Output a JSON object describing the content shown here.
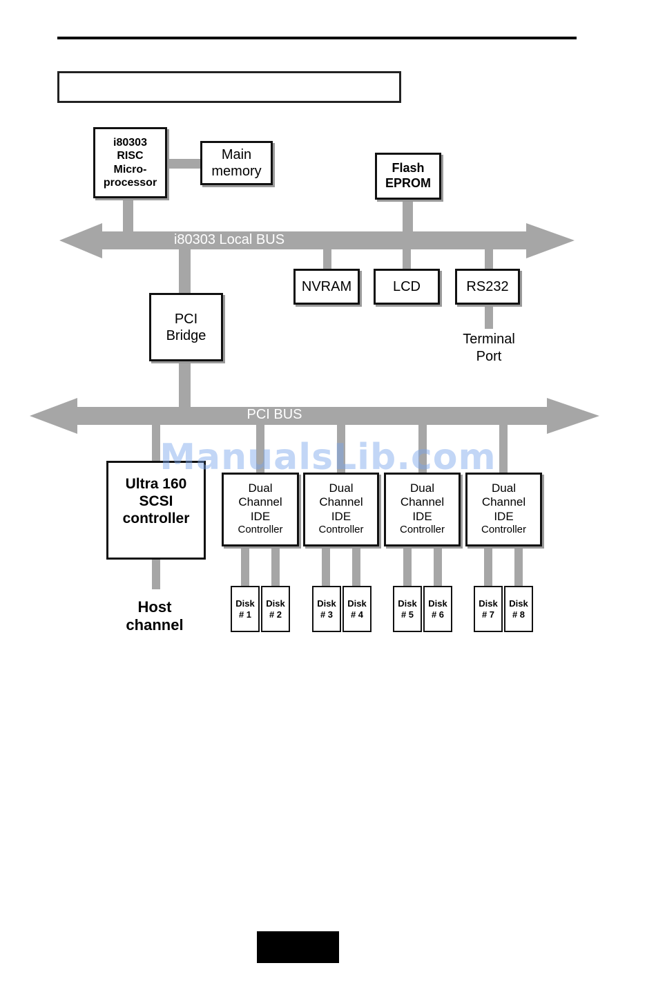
{
  "colors": {
    "bus": "#a6a6a6",
    "box_border": "#111111",
    "watermark": "#78a5eb",
    "page_tab": "#000000"
  },
  "watermark": "ManualsLib.com",
  "buses": {
    "local": "i80303 Local BUS",
    "pci": "PCI BUS"
  },
  "boxes": {
    "cpu": "i80303\nRISC\nMicro-\nprocessor",
    "main_memory": "Main\nmemory",
    "flash": "Flash\nEPROM",
    "nvram": "NVRAM",
    "lcd": "LCD",
    "rs232": "RS232",
    "pci_bridge": "PCI\nBridge",
    "scsi": "Ultra 160\nSCSI\ncontroller",
    "ide1": {
      "line1": "Dual",
      "line2": "Channel",
      "line3": "IDE",
      "line4": "Controller"
    },
    "ide2": {
      "line1": "Dual",
      "line2": "Channel",
      "line3": "IDE",
      "line4": "Controller"
    },
    "ide3": {
      "line1": "Dual",
      "line2": "Channel",
      "line3": "IDE",
      "line4": "Controller"
    },
    "ide4": {
      "line1": "Dual",
      "line2": "Channel",
      "line3": "IDE",
      "line4": "Controller"
    }
  },
  "labels": {
    "terminal_port": "Terminal\nPort",
    "host_channel": "Host\nchannel"
  },
  "disks": [
    {
      "line1": "Disk",
      "line2": "# 1"
    },
    {
      "line1": "Disk",
      "line2": "# 2"
    },
    {
      "line1": "Disk",
      "line2": "# 3"
    },
    {
      "line1": "Disk",
      "line2": "# 4"
    },
    {
      "line1": "Disk",
      "line2": "# 5"
    },
    {
      "line1": "Disk",
      "line2": "# 6"
    },
    {
      "line1": "Disk",
      "line2": "# 7"
    },
    {
      "line1": "Disk",
      "line2": "# 8"
    }
  ]
}
